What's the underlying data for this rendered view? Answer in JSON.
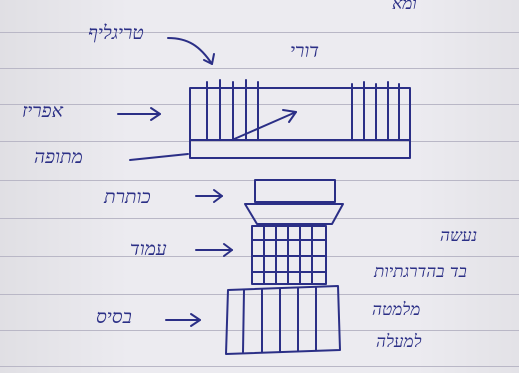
{
  "paper": {
    "ink_color": "#2b2f86",
    "line_color": "#b9b7c6",
    "background": "#ecebf0"
  },
  "title": "דורי",
  "top_corner_scribble": "ומא",
  "labels": {
    "triglyph": "טריגליף",
    "architrave": "אפריז",
    "cornice": "מתופה",
    "capital": "כותרת",
    "column": "עמוד",
    "base": "בסיס"
  },
  "side_note": {
    "line1": "נעשה",
    "line2": "בד בהדרגתיות",
    "line3": "מלמטה",
    "line4": "למעלה"
  }
}
